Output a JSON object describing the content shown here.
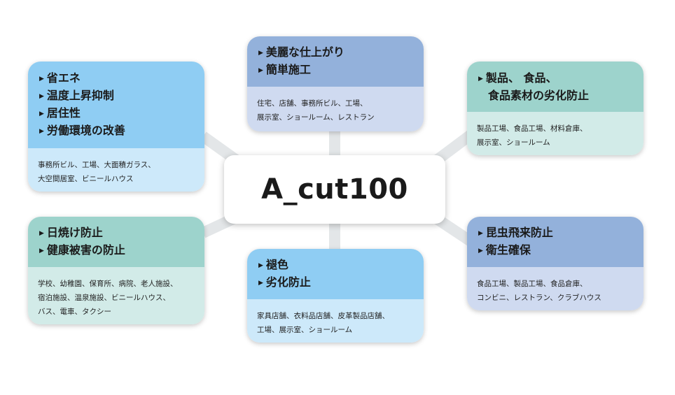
{
  "center_title": "A_cut100",
  "bullet_glyph": "▶",
  "colors": {
    "blue_head": "#8fcdf3",
    "blue_body": "#cde9fa",
    "teal_head": "#9dd3cc",
    "teal_body": "#d2ebe8",
    "navy_head": "#93b1db",
    "navy_body": "#cfdaf0",
    "connector": "#e3e6e8"
  },
  "cards": {
    "energy": {
      "heading": [
        "省エネ",
        "温度上昇抑制",
        "居住性",
        "労働環境の改善"
      ],
      "body": [
        "事務所ビル、工場、大面積ガラス、",
        "大空間居室、ビニールハウス"
      ]
    },
    "finish": {
      "heading": [
        "美麗な仕上がり",
        "簡単施工"
      ],
      "body": [
        "住宅、店舗、事務所ビル、工場、",
        "展示室、ショールーム、レストラン"
      ]
    },
    "products": {
      "heading": [
        "製品、 食品、",
        "食品素材の劣化防止"
      ],
      "body": [
        "製品工場、食品工場、材料倉庫、",
        "展示室、ショールーム"
      ]
    },
    "sunburn": {
      "heading": [
        "日焼け防止",
        "健康被害の防止"
      ],
      "body": [
        "学校、幼稚園、保育所、病院、老人施設、",
        "宿泊施設、温泉施設、ビニールハウス、",
        "バス、電車、タクシー"
      ]
    },
    "fading": {
      "heading": [
        "褪色",
        "劣化防止"
      ],
      "body": [
        "家具店舗、衣料品店舗、皮革製品店舗、",
        "工場、展示室、ショールーム"
      ]
    },
    "insect": {
      "heading": [
        "昆虫飛来防止",
        "衛生確保"
      ],
      "body": [
        "食品工場、製品工場、食品倉庫、",
        "コンビニ、レストラン、クラブハウス"
      ]
    }
  }
}
